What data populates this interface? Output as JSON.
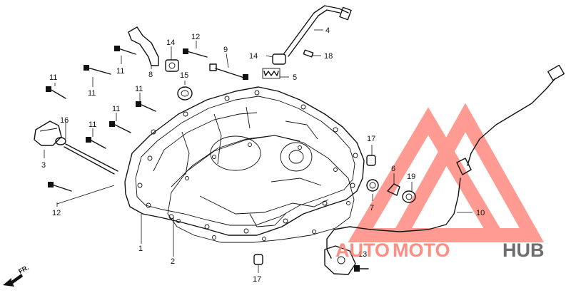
{
  "callouts": [
    {
      "id": "c4",
      "text": "4"
    },
    {
      "id": "c12a",
      "text": "12"
    },
    {
      "id": "c14a",
      "text": "14"
    },
    {
      "id": "c9",
      "text": "9"
    },
    {
      "id": "c14b",
      "text": "14"
    },
    {
      "id": "c18",
      "text": "18"
    },
    {
      "id": "c5",
      "text": "5"
    },
    {
      "id": "c8",
      "text": "8"
    },
    {
      "id": "c11a",
      "text": "11"
    },
    {
      "id": "c15",
      "text": "15"
    },
    {
      "id": "c11b",
      "text": "11"
    },
    {
      "id": "c11c",
      "text": "11"
    },
    {
      "id": "c11d",
      "text": "11"
    },
    {
      "id": "c11e",
      "text": "11"
    },
    {
      "id": "c11f",
      "text": "11"
    },
    {
      "id": "c16",
      "text": "16"
    },
    {
      "id": "c3",
      "text": "3"
    },
    {
      "id": "c12b",
      "text": "12"
    },
    {
      "id": "c17a",
      "text": "17"
    },
    {
      "id": "c6",
      "text": "6"
    },
    {
      "id": "c19",
      "text": "19"
    },
    {
      "id": "c7",
      "text": "7"
    },
    {
      "id": "c10",
      "text": "10"
    },
    {
      "id": "c1",
      "text": "1"
    },
    {
      "id": "c2",
      "text": "2"
    },
    {
      "id": "c13",
      "text": "13"
    },
    {
      "id": "c17b",
      "text": "17"
    }
  ],
  "direction": {
    "label": "FR."
  },
  "watermark": {
    "part1": "AUTO",
    "part2": "MOTO",
    "part3": "HUB",
    "color_primary": "#ff7a6e",
    "color_secondary": "#555555"
  },
  "colors": {
    "ink": "#111111",
    "background": "#ffffff"
  }
}
